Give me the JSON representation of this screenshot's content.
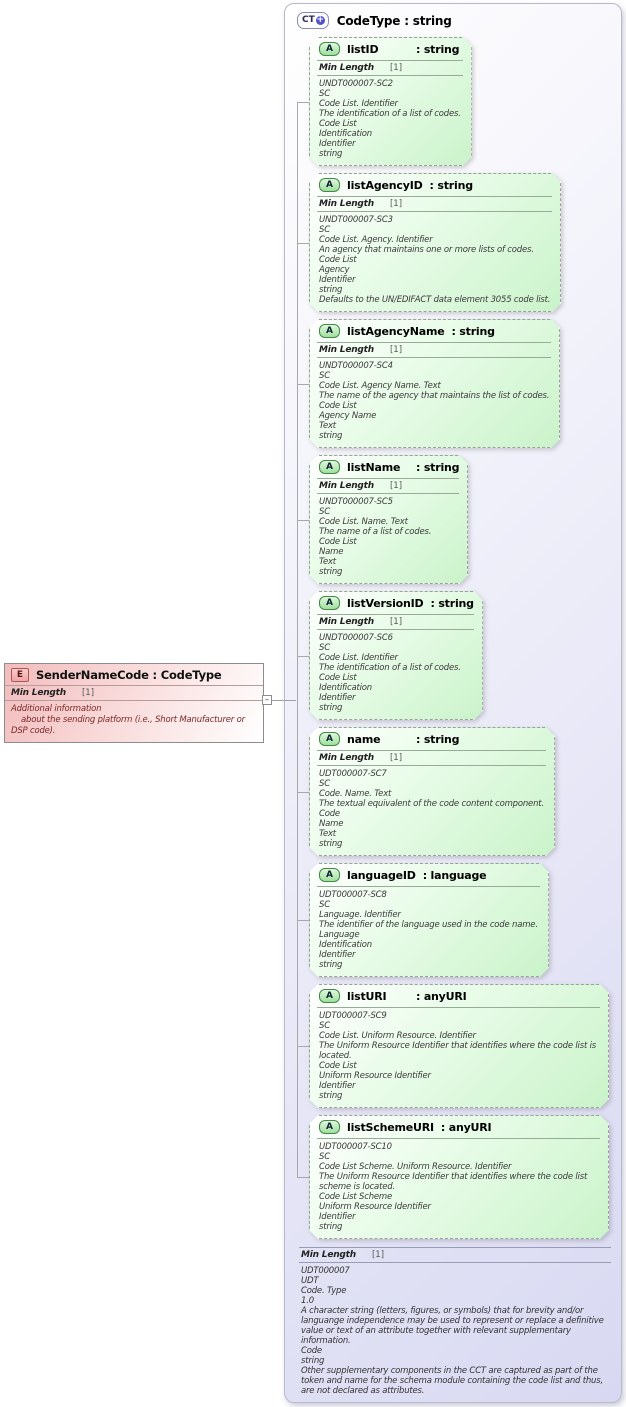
{
  "colors": {
    "complex_type_fill": "#d8d8f2",
    "attribute_fill": "#caf3ca",
    "attribute_icon_border": "#418a41",
    "element_fill": "#f2bcbc",
    "element_text": "#7c2a2a",
    "ct_icon_plus": "#5353c8",
    "connector": "#a0a0a0"
  },
  "element": {
    "icon": "E",
    "title": "SenderNameCode : CodeType",
    "facet": {
      "label": "Min Length",
      "card": "[1]"
    },
    "description": [
      "Additional information",
      "    about the sending platform (i.e., Short Manufacturer or DSP code)."
    ]
  },
  "connector": {
    "collapse_glyph": "–"
  },
  "complex_type": {
    "icon": "CT",
    "icon_plus": "+",
    "attr_icon": "A",
    "title": "CodeType : string",
    "attributes": [
      {
        "name": "listID",
        "type_label": ": string",
        "facet": {
          "label": "Min Length",
          "card": "[1]"
        },
        "lines": [
          "UNDT000007-SC2",
          "SC",
          "Code List. Identifier",
          "The identification of a list of codes.",
          "Code List",
          "Identification",
          "Identifier",
          "string"
        ]
      },
      {
        "name": "listAgencyID",
        "type_label": ": string",
        "facet": {
          "label": "Min Length",
          "card": "[1]"
        },
        "lines": [
          "UNDT000007-SC3",
          "SC",
          "Code List. Agency. Identifier",
          "An agency that maintains one or more lists of codes.",
          "Code List",
          "Agency",
          "Identifier",
          "string",
          "Defaults to the UN/EDIFACT data element 3055 code list."
        ]
      },
      {
        "name": "listAgencyName",
        "type_label": ": string",
        "facet": {
          "label": "Min Length",
          "card": "[1]"
        },
        "lines": [
          "UNDT000007-SC4",
          "SC",
          "Code List. Agency Name. Text",
          "The name of the agency that maintains the list of codes.",
          "Code List",
          "Agency Name",
          "Text",
          "string"
        ]
      },
      {
        "name": "listName",
        "type_label": ": string",
        "facet": {
          "label": "Min Length",
          "card": "[1]"
        },
        "lines": [
          "UNDT000007-SC5",
          "SC",
          "Code List. Name. Text",
          "The name of a list of codes.",
          "Code List",
          "Name",
          "Text",
          "string"
        ]
      },
      {
        "name": "listVersionID",
        "type_label": ": string",
        "facet": {
          "label": "Min Length",
          "card": "[1]"
        },
        "lines": [
          "UNDT000007-SC6",
          "SC",
          "Code List. Identifier",
          "The identification of a list of codes.",
          "Code List",
          "Identification",
          "Identifier",
          "string"
        ]
      },
      {
        "name": "name",
        "type_label": ": string",
        "facet": {
          "label": "Min Length",
          "card": "[1]"
        },
        "lines": [
          "UDT000007-SC7",
          "SC",
          "Code. Name. Text",
          "The textual equivalent of the code content component.",
          "Code",
          "Name",
          "Text",
          "string"
        ]
      },
      {
        "name": "languageID",
        "type_label": ": language",
        "facet": null,
        "lines": [
          "UDT000007-SC8",
          "SC",
          "Language. Identifier",
          "The identifier of the language used in the code name.",
          "Language",
          "Identification",
          "Identifier",
          "string"
        ]
      },
      {
        "name": "listURI",
        "type_label": ": anyURI",
        "facet": null,
        "lines": [
          "UDT000007-SC9",
          "SC",
          "Code List. Uniform Resource. Identifier",
          "The Uniform Resource Identifier that identifies where the code list is located.",
          "Code List",
          "Uniform Resource Identifier",
          "Identifier",
          "string"
        ]
      },
      {
        "name": "listSchemeURI",
        "type_label": ": anyURI",
        "facet": null,
        "lines": [
          "UDT000007-SC10",
          "SC",
          "Code List Scheme. Uniform Resource. Identifier",
          "The Uniform Resource Identifier that identifies where the code list scheme is located.",
          "Code List Scheme",
          "Uniform Resource Identifier",
          "Identifier",
          "string"
        ]
      }
    ],
    "footer": {
      "facet": {
        "label": "Min Length",
        "card": "[1]"
      },
      "lines": [
        "UDT000007",
        "UDT",
        "Code. Type",
        "1.0",
        "A character string (letters, figures, or symbols) that for brevity and/or languange independence may be used to represent or replace a definitive value or text of an attribute together with relevant supplementary information.",
        "Code",
        "string",
        "Other supplementary components in the CCT are captured as part of the token and name for the schema module containing the code list and thus, are not declared as attributes."
      ]
    }
  }
}
